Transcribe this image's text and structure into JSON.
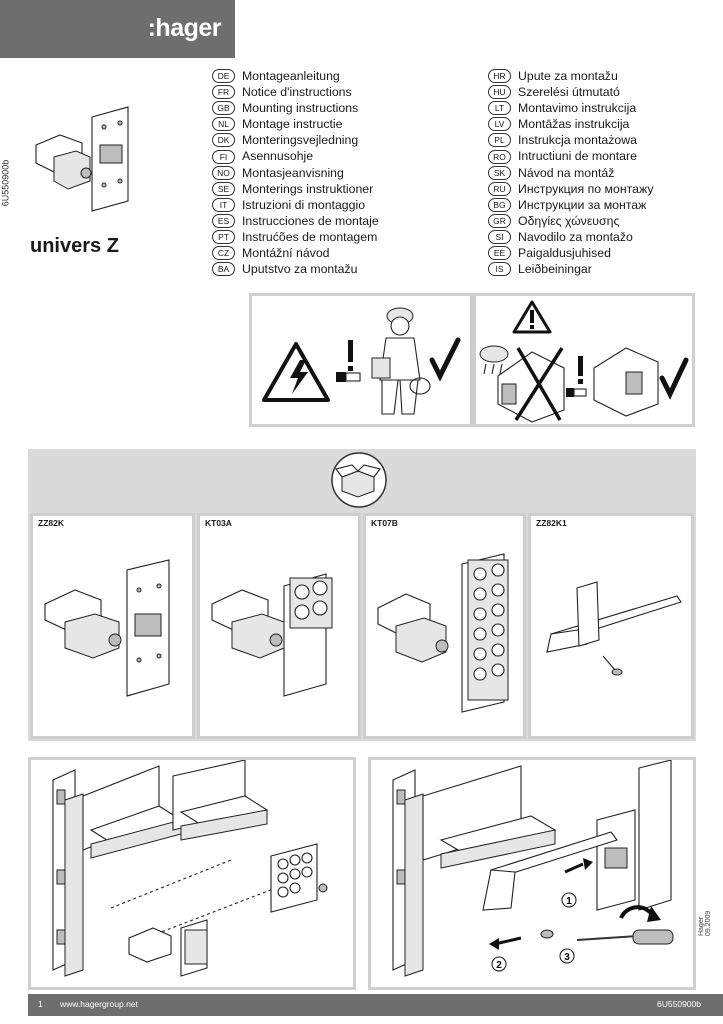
{
  "header": {
    "brand": ":hager",
    "doc_code_side": "6U550900b",
    "product": "univers Z"
  },
  "languages_left": [
    {
      "code": "DE",
      "text": "Montageanleitung"
    },
    {
      "code": "FR",
      "text": "Notice d'instructions"
    },
    {
      "code": "GB",
      "text": "Mounting instructions"
    },
    {
      "code": "NL",
      "text": "Montage instructie"
    },
    {
      "code": "DK",
      "text": "Monteringsvejledning"
    },
    {
      "code": "FI",
      "text": "Asennusohje"
    },
    {
      "code": "NO",
      "text": "Montasjeanvisning"
    },
    {
      "code": "SE",
      "text": "Monterings instruktioner"
    },
    {
      "code": "IT",
      "text": "Istruzioni di montaggio"
    },
    {
      "code": "ES",
      "text": "Instrucciones de montaje"
    },
    {
      "code": "PT",
      "text": "Instrućões de montagem"
    },
    {
      "code": "CZ",
      "text": "Montážní návod"
    },
    {
      "code": "BA",
      "text": "Uputstvo za montažu"
    }
  ],
  "languages_right": [
    {
      "code": "HR",
      "text": "Upute za montažu"
    },
    {
      "code": "HU",
      "text": "Szerelési útmutató"
    },
    {
      "code": "LT",
      "text": "Montavimo instrukcija"
    },
    {
      "code": "LV",
      "text": "Montāžas instrukcija"
    },
    {
      "code": "PL",
      "text": "Instrukcja montażowa"
    },
    {
      "code": "RO",
      "text": "Intructiuni de montare"
    },
    {
      "code": "SK",
      "text": "Návod na montáž"
    },
    {
      "code": "RU",
      "text": "Инструкция по монтажу"
    },
    {
      "code": "BG",
      "text": "Инструкции за монтаж"
    },
    {
      "code": "GR",
      "text": "Οδηγίες χώνευσης"
    },
    {
      "code": "SI",
      "text": "Navodilo za montažo"
    },
    {
      "code": "EE",
      "text": "Paigaldusjuhised"
    },
    {
      "code": "IS",
      "text": "Leiðbeiningar"
    }
  ],
  "accessories": [
    {
      "ref": "ZZ82K"
    },
    {
      "ref": "KT03A"
    },
    {
      "ref": "KT07B"
    },
    {
      "ref": "ZZ82K1"
    }
  ],
  "steps": [
    "1",
    "2",
    "3"
  ],
  "footer": {
    "page": "1",
    "url": "www.hagergroup.net",
    "code": "6U550900b",
    "date": "Hager 09.2009"
  },
  "icons": [
    "electrical-hazard-icon",
    "warning-triangle-icon",
    "exclamation-icon",
    "pointing-hand-icon",
    "checkmark-icon",
    "cross-out-icon",
    "package-box-icon"
  ]
}
